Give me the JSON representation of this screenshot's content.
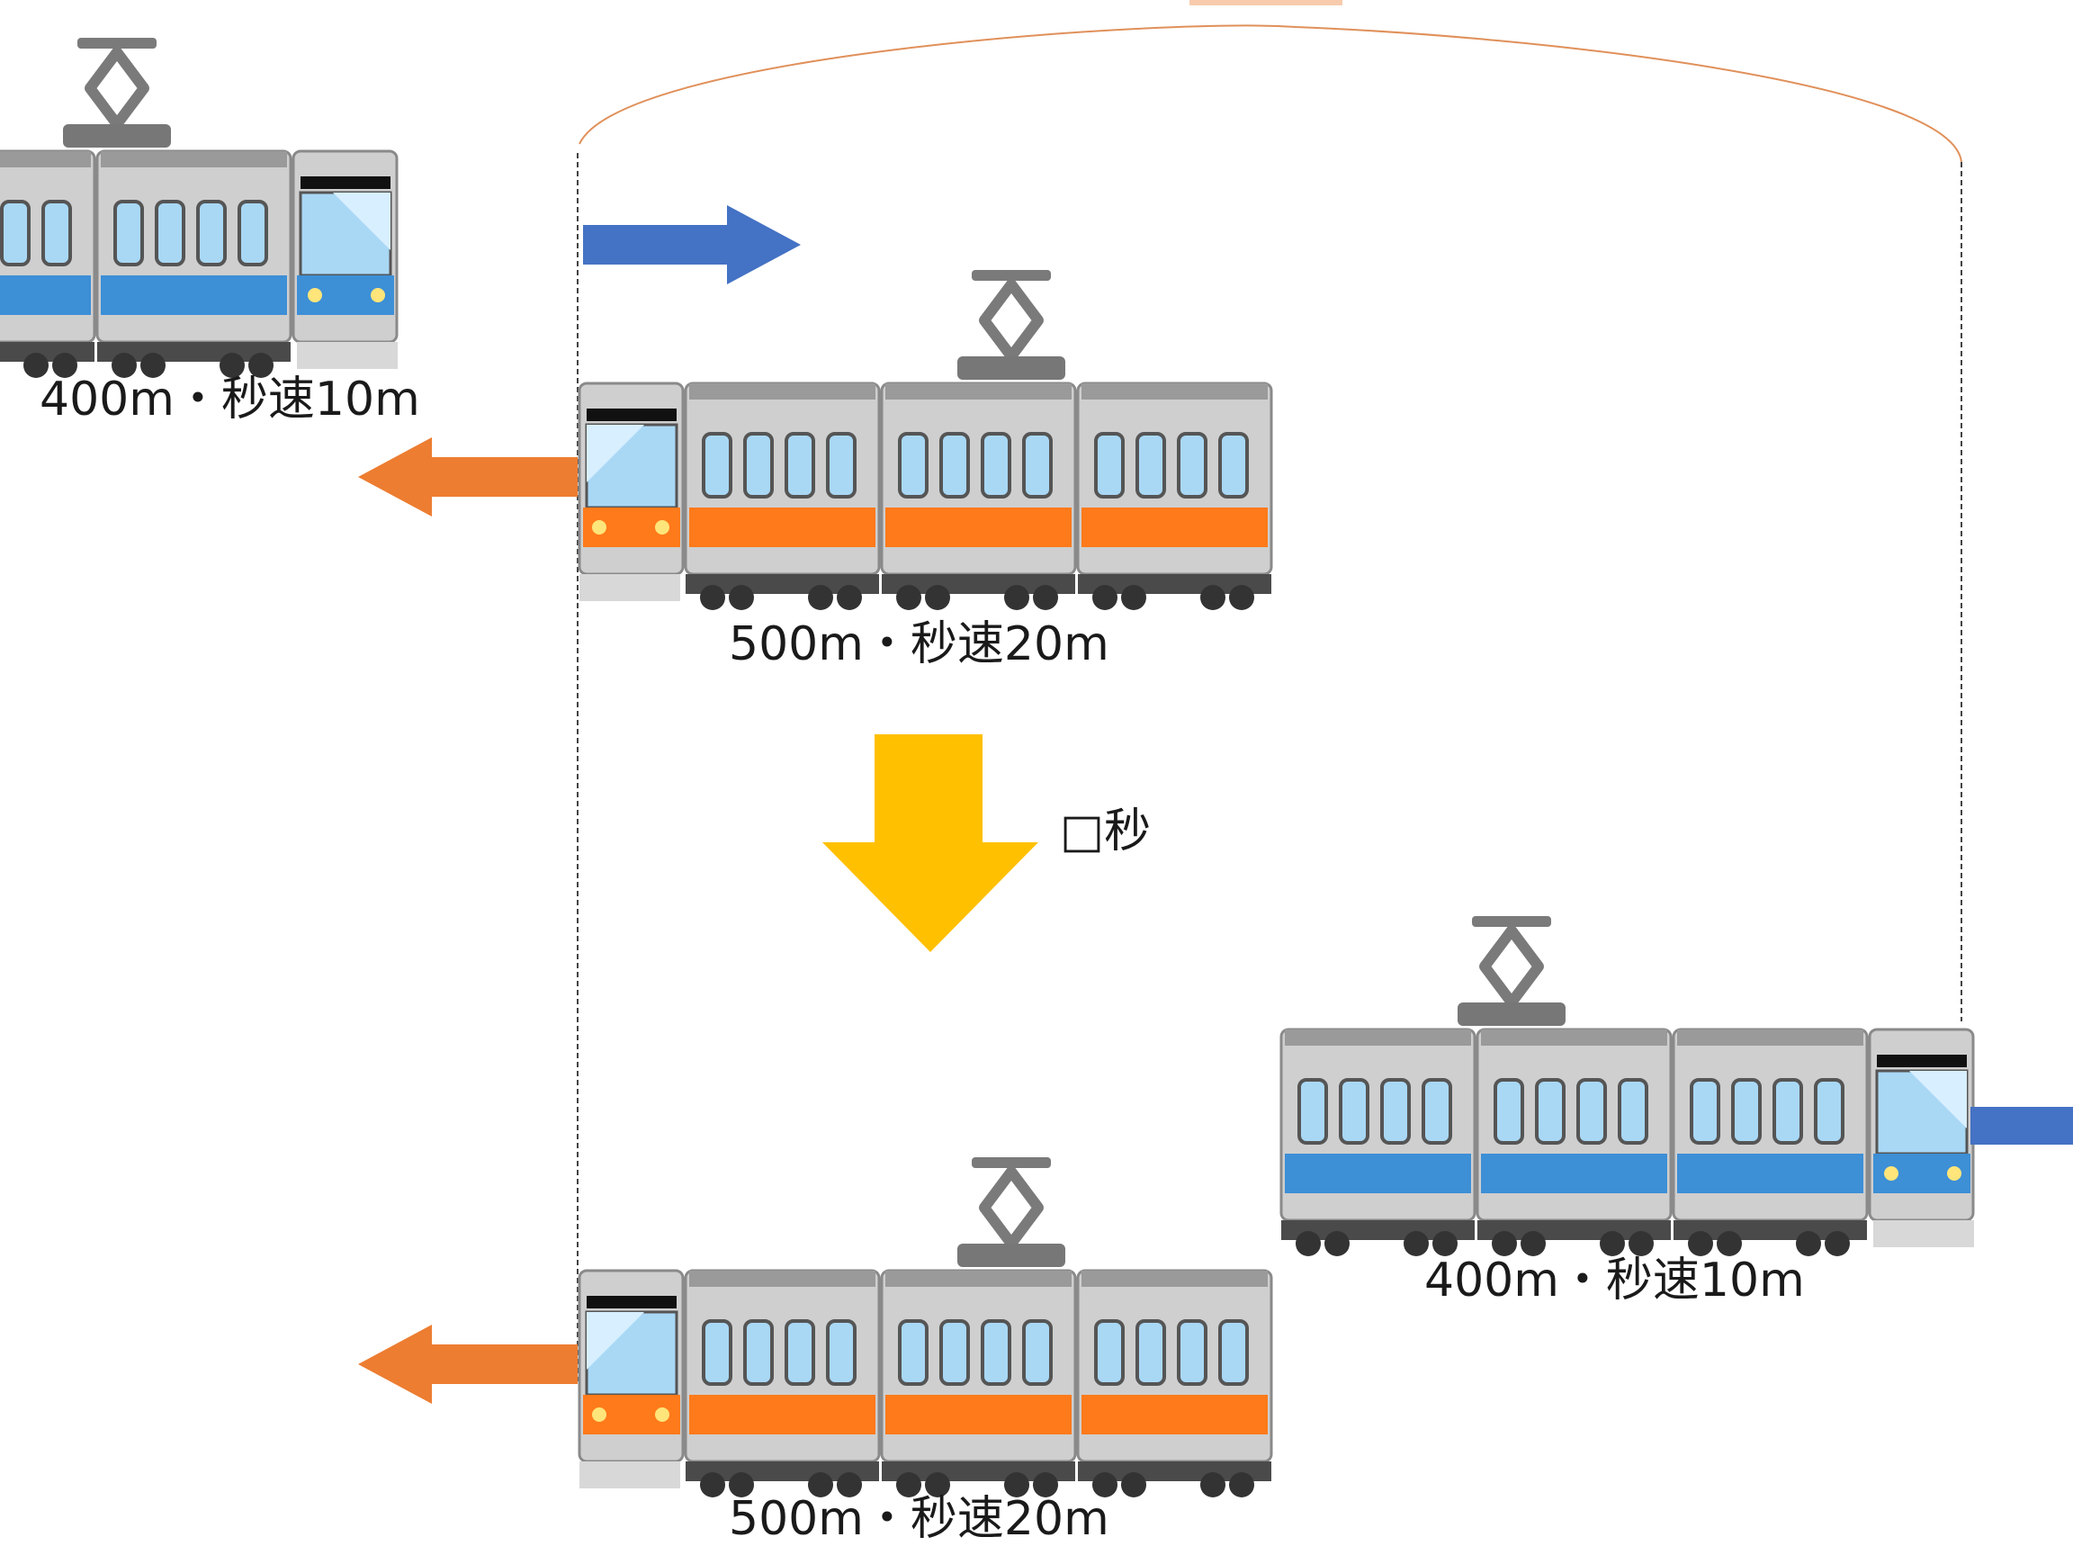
{
  "labels": {
    "top_left_train": "400m・秒速10m",
    "middle_train": "500m・秒速20m",
    "elapsed_time": "□秒",
    "right_train": "400m・秒速10m",
    "bottom_train": "500m・秒速20m"
  },
  "colors": {
    "blue_train_stripe": "#3d8fd6",
    "orange_train_stripe": "#ff7a1a",
    "train_body": "#c9c9c9",
    "window": "#a9d8f5",
    "blue_arrow": "#4472c4",
    "orange_arrow": "#ed7d31",
    "time_arrow": "#ffc000",
    "bracket_line": "#e0905a",
    "top_tab": "#f8cbad"
  }
}
